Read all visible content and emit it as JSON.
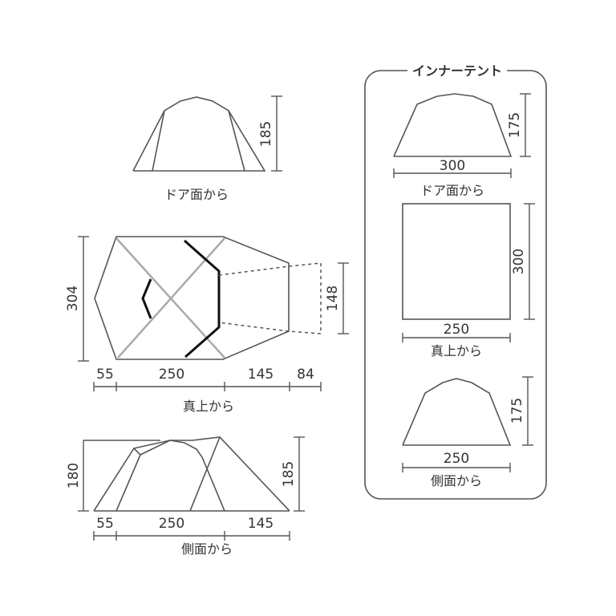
{
  "outer": {
    "door_view": {
      "height": "185",
      "caption": "ドア面から"
    },
    "top_view": {
      "width": "304",
      "front_width": "148",
      "lengths": [
        "55",
        "250",
        "145",
        "84"
      ],
      "caption": "真上から"
    },
    "side_view": {
      "height_left": "180",
      "height_right": "185",
      "lengths": [
        "55",
        "250",
        "145"
      ],
      "caption": "側面から"
    }
  },
  "inner_tent": {
    "title": "インナーテント",
    "door_view": {
      "height": "175",
      "width": "300",
      "caption": "ドア面から"
    },
    "top_view": {
      "depth": "300",
      "width": "250",
      "caption": "真上から"
    },
    "side_view": {
      "height": "175",
      "width": "250",
      "caption": "側面から"
    }
  }
}
